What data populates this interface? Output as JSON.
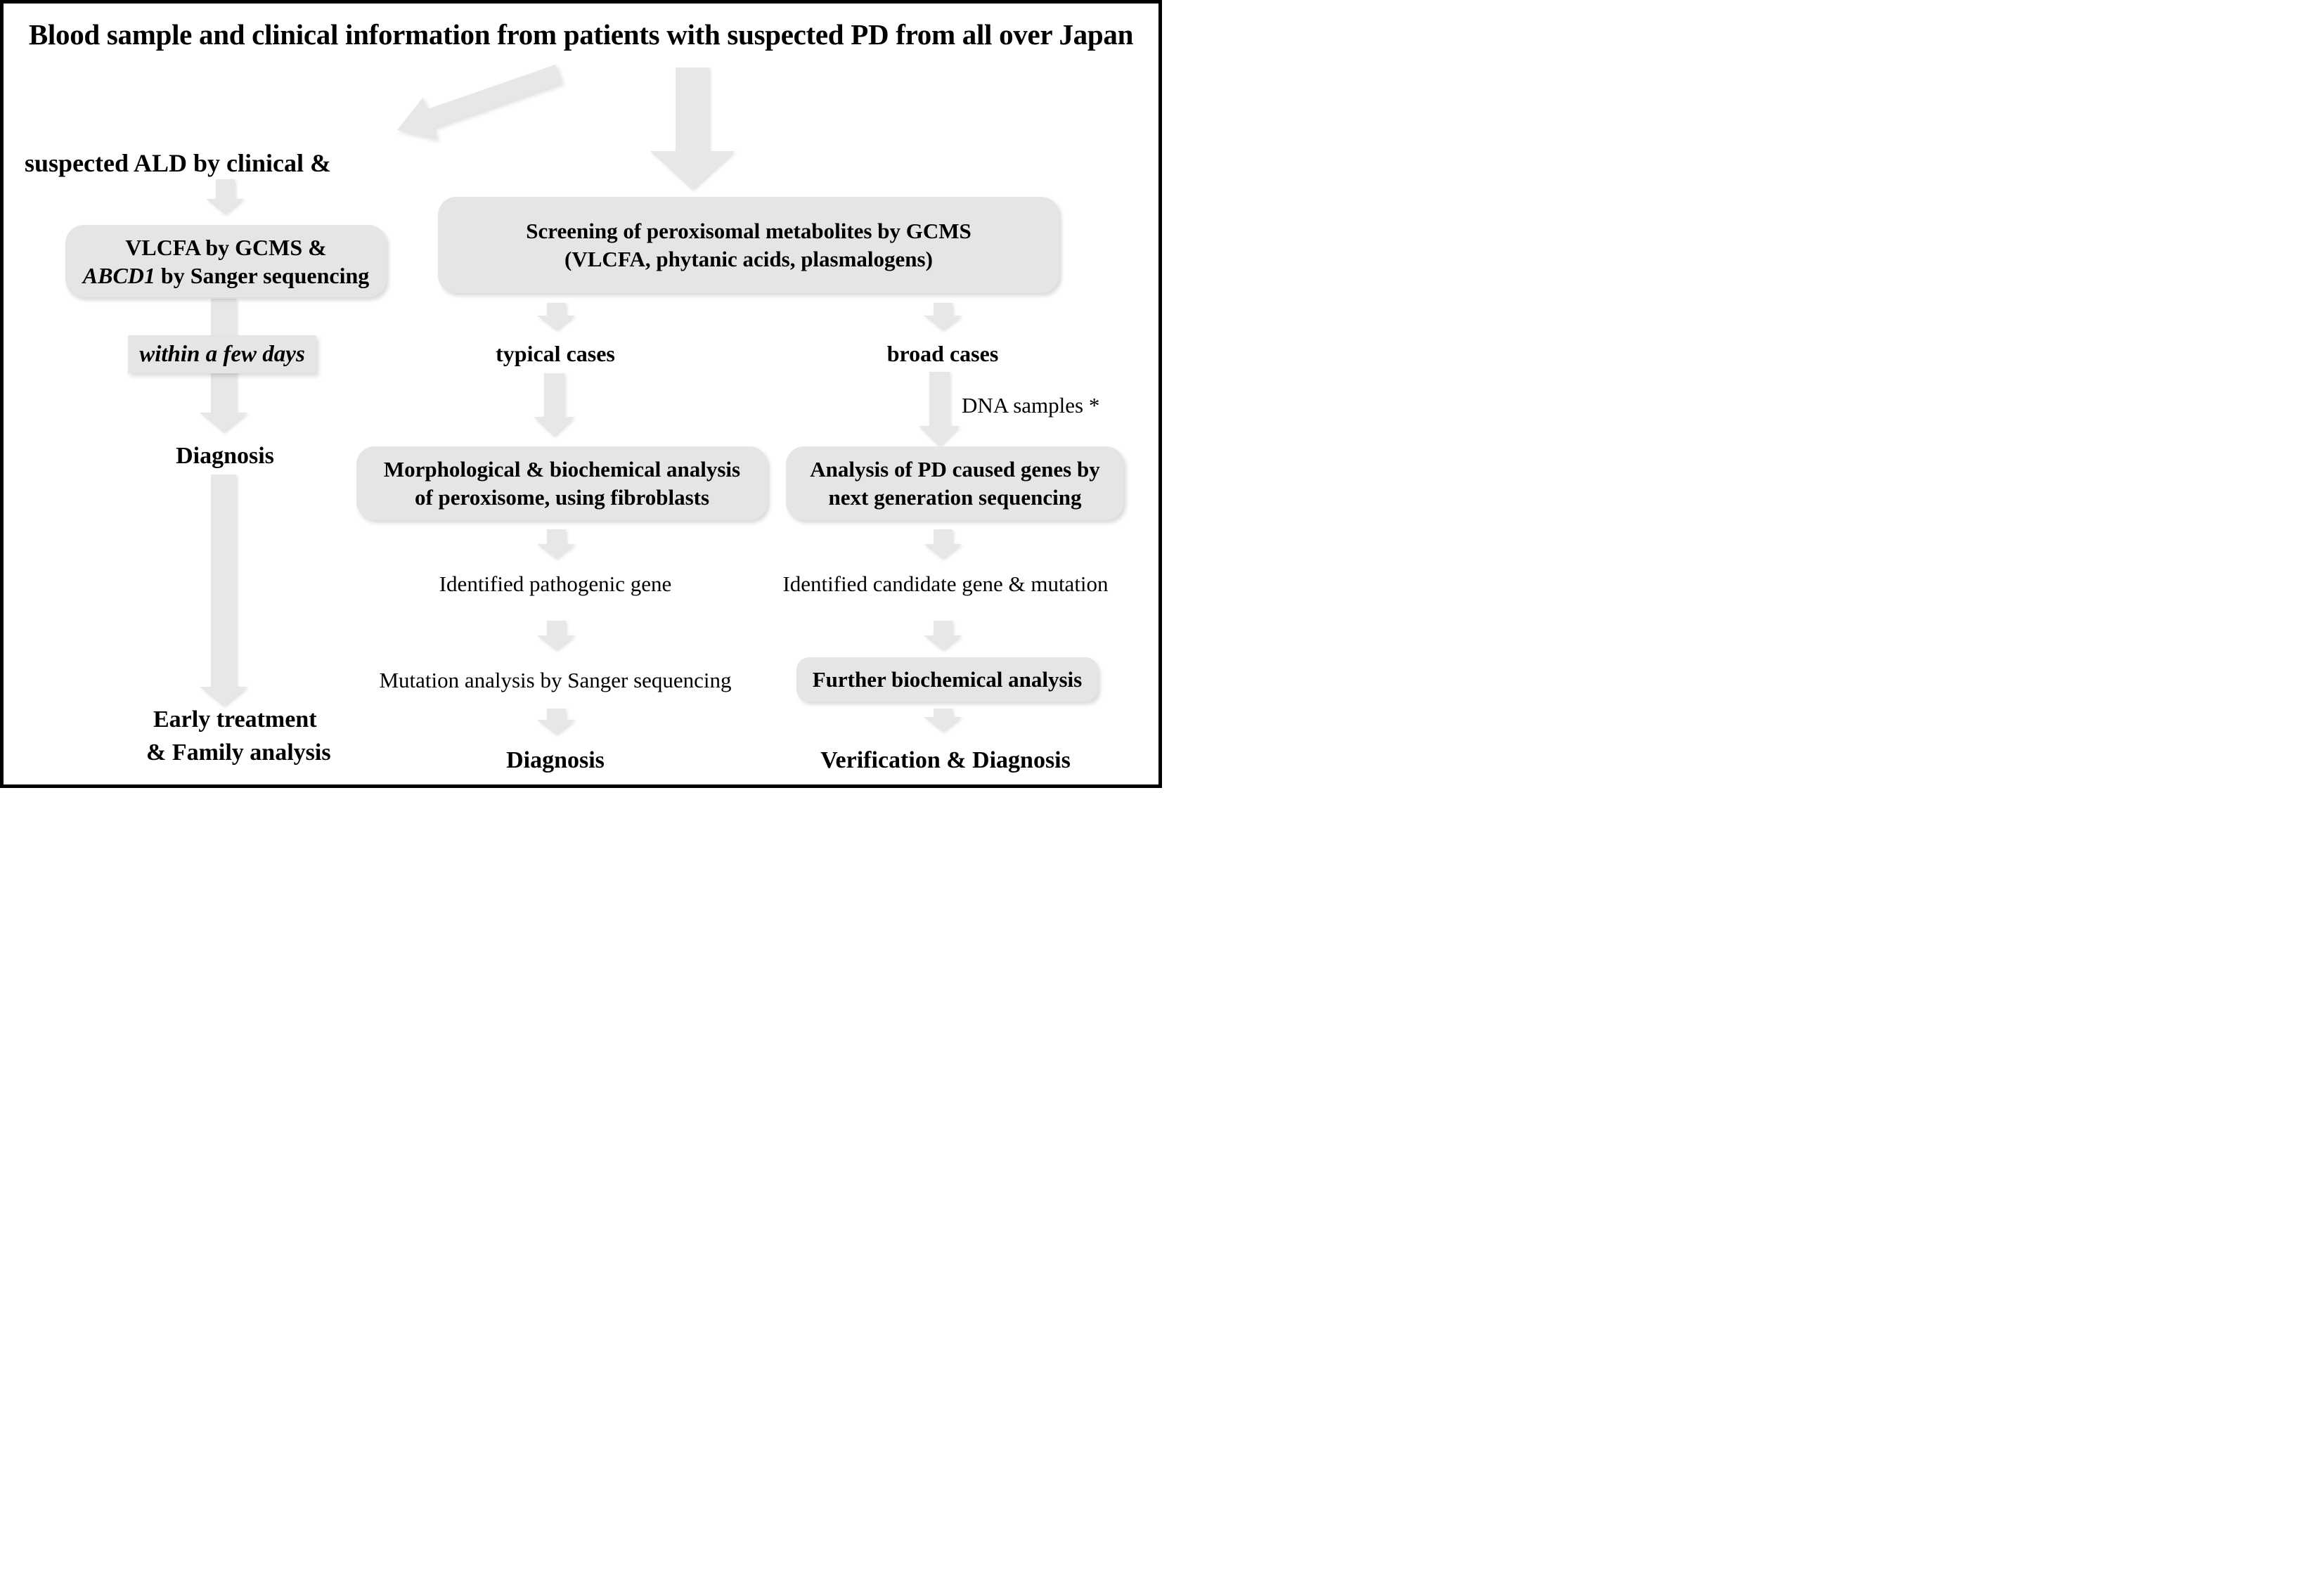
{
  "figure": {
    "title": "Blood sample and clinical information from patients with suspected PD from all over Japan"
  },
  "left": {
    "entry_label": "suspected ALD by clinical &",
    "test_box_line1": "VLCFA by GCMS &",
    "test_box_gene": "ABCD1",
    "test_box_line2_rest": " by Sanger sequencing",
    "timeframe_label": "within a few days",
    "diagnosis_label": "Diagnosis",
    "outcome_line1": "Early treatment",
    "outcome_line2": "& Family analysis"
  },
  "center": {
    "screening_box_line1": "Screening of peroxisomal metabolites by GCMS",
    "screening_box_line2": "(VLCFA, phytanic acids, plasmalogens)",
    "cases_label": "typical cases",
    "analysis_box_line1": "Morphological & biochemical analysis",
    "analysis_box_line2": "of peroxisome, using fibroblasts",
    "identified_label": "Identified pathogenic gene",
    "mutation_label": "Mutation analysis by Sanger sequencing",
    "outcome_label": "Diagnosis"
  },
  "right": {
    "cases_label": "broad cases",
    "dna_label": "DNA samples *",
    "ngs_box_line1": "Analysis of PD caused genes by",
    "ngs_box_line2": "next generation sequencing",
    "identified_label": "Identified candidate gene & mutation",
    "further_box_label": "Further biochemical analysis",
    "outcome_label": "Verification & Diagnosis"
  },
  "colors": {
    "background": "#ffffff",
    "border": "#000000",
    "text": "#000000",
    "box_fill": "#e5e5e5",
    "arrow_fill": "#e7e7e7"
  }
}
